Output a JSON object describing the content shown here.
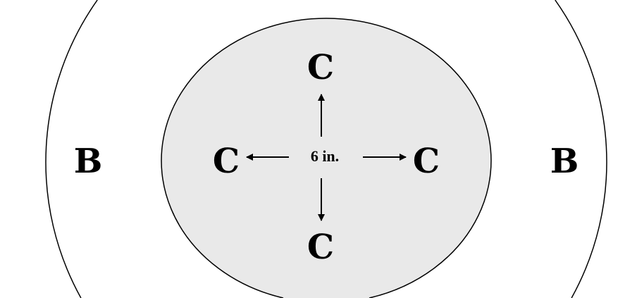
{
  "diagram": {
    "outer_label_left": "B",
    "outer_label_right": "B",
    "inner_labels": {
      "top": "C",
      "bottom": "C",
      "left": "C",
      "right": "C"
    },
    "center_label": "6 in.",
    "colors": {
      "inner_fill": "#e9e9e9",
      "stroke": "#000000",
      "background": "#ffffff"
    }
  }
}
